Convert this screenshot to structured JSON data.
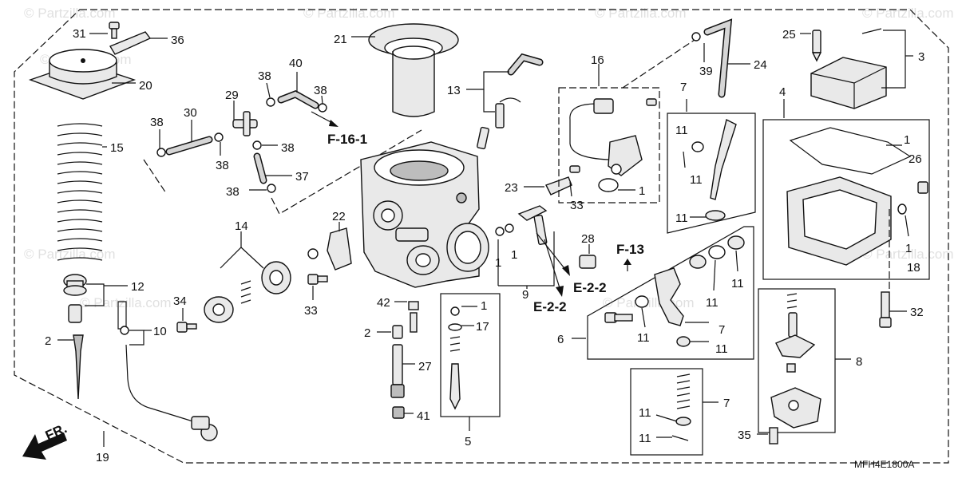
{
  "diagram": {
    "code": "MFH4E1800A",
    "watermark": "© Partzilla.com",
    "fr_label": "FR.",
    "refs": {
      "f161": "F-16-1",
      "f13": "F-13",
      "e22a": "E-2-2",
      "e22b": "E-2-2"
    },
    "callouts": {
      "c1a": "1",
      "c1b": "1",
      "c1c": "1",
      "c1d": "1",
      "c1e": "1",
      "c1f": "1",
      "c1g": "1",
      "c2a": "2",
      "c2b": "2",
      "c3": "3",
      "c4": "4",
      "c5": "5",
      "c6": "6",
      "c7a": "7",
      "c7b": "7",
      "c7c": "7",
      "c8": "8",
      "c9": "9",
      "c10": "10",
      "c11a": "11",
      "c11b": "11",
      "c11c": "11",
      "c11d": "11",
      "c11e": "11",
      "c11f": "11",
      "c11g": "11",
      "c11h": "11",
      "c11i": "11",
      "c12": "12",
      "c13": "13",
      "c14": "14",
      "c15": "15",
      "c16": "16",
      "c17": "17",
      "c18": "18",
      "c19": "19",
      "c20": "20",
      "c21": "21",
      "c22": "22",
      "c23": "23",
      "c24": "24",
      "c25": "25",
      "c26": "26",
      "c27": "27",
      "c28": "28",
      "c29": "29",
      "c30": "30",
      "c31": "31",
      "c32": "32",
      "c33a": "33",
      "c33b": "33",
      "c34": "34",
      "c35": "35",
      "c36": "36",
      "c37": "37",
      "c38a": "38",
      "c38b": "38",
      "c38c": "38",
      "c38d": "38",
      "c38e": "38",
      "c38f": "38",
      "c39": "39",
      "c40": "40",
      "c41": "41",
      "c42": "42"
    }
  }
}
